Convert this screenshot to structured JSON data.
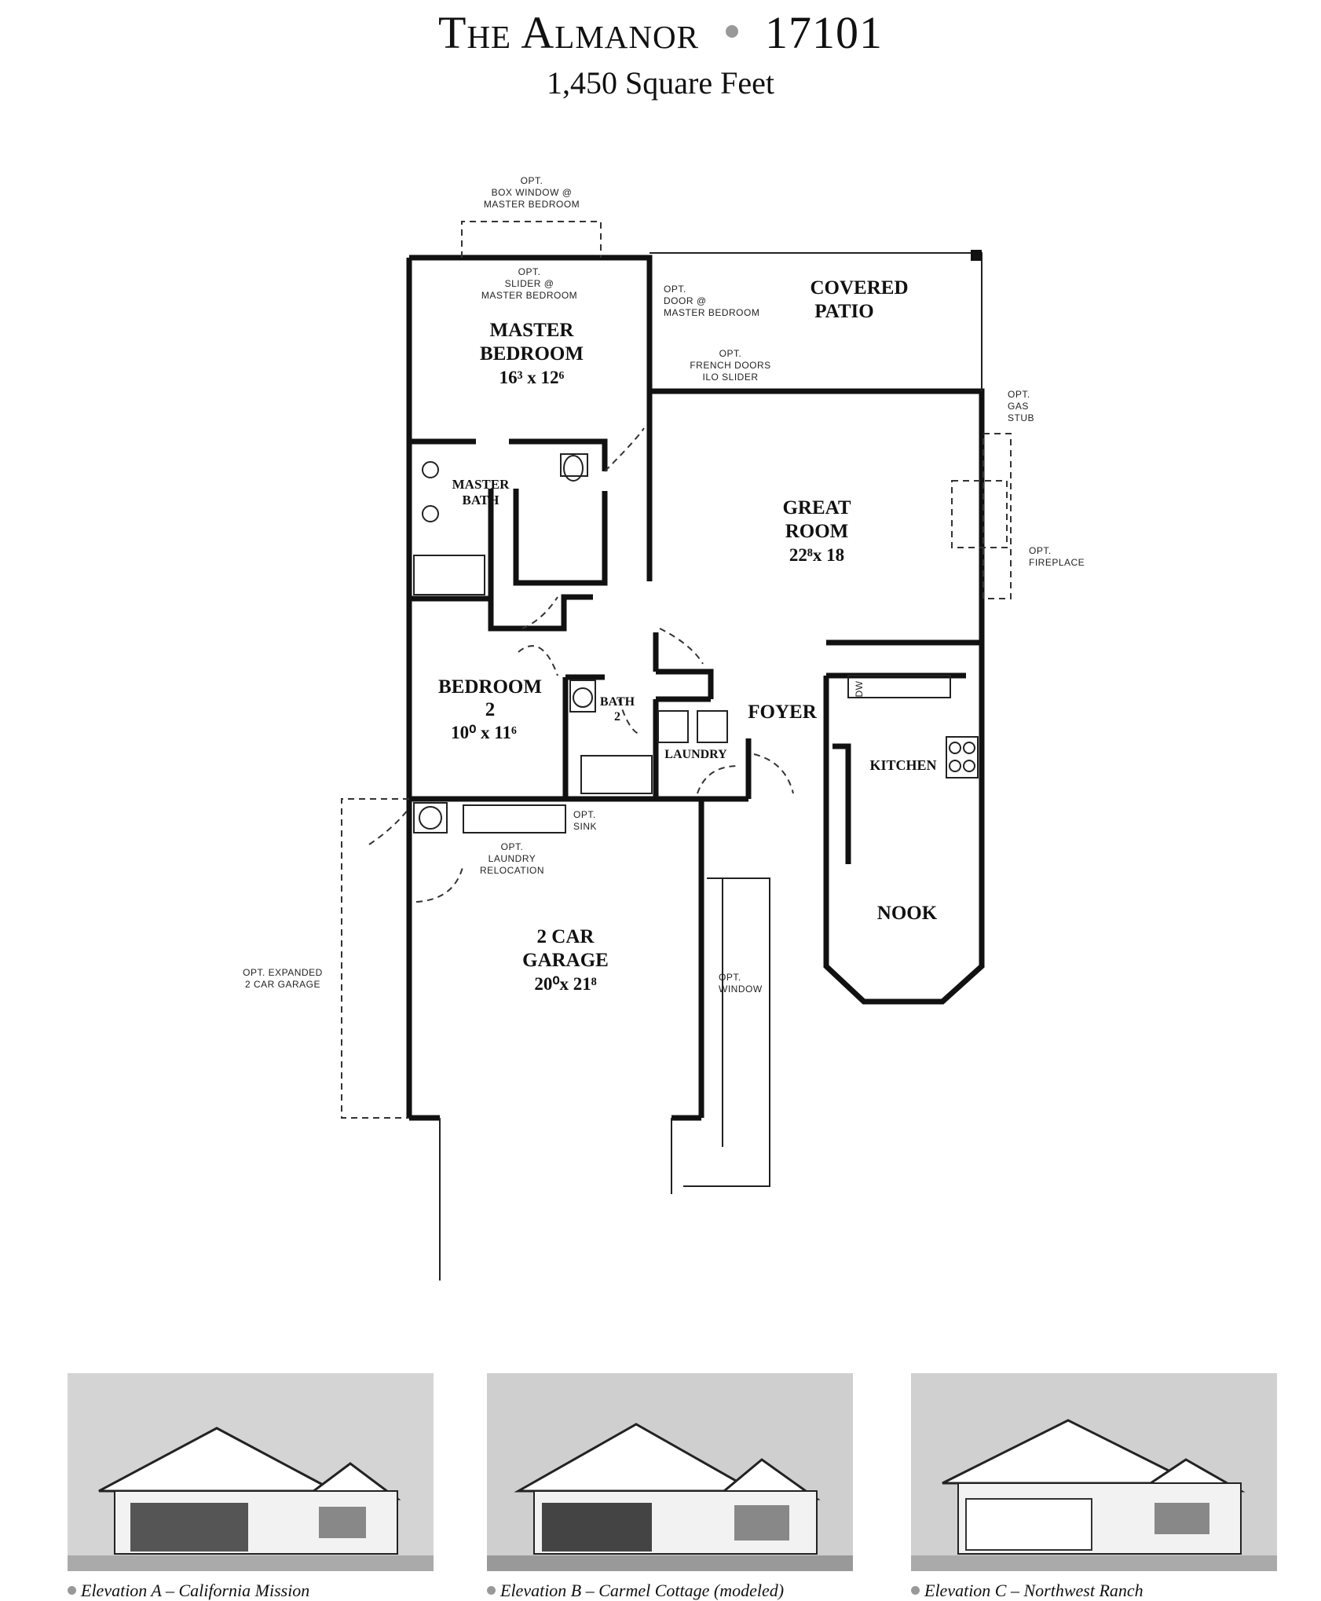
{
  "header": {
    "title_name": "The Almanor",
    "title_number": "17101",
    "subtitle": "1,450 Square Feet"
  },
  "rooms": {
    "master_bedroom": {
      "name_1": "MASTER",
      "name_2": "BEDROOM",
      "dims": "16³ x 12⁶"
    },
    "covered_patio": {
      "name_1": "COVERED",
      "name_2": "PATIO"
    },
    "master_bath": {
      "name_1": "MASTER",
      "name_2": "BATH"
    },
    "great_room": {
      "name_1": "GREAT",
      "name_2": "ROOM",
      "dims": "22⁸x 18"
    },
    "bedroom_2": {
      "name_1": "BEDROOM",
      "name_2": "2",
      "dims": "10⁰ x 11⁶"
    },
    "bath_2": {
      "name_1": "BATH",
      "name_2": "2"
    },
    "foyer": {
      "name": "FOYER"
    },
    "laundry": {
      "name": "LAUNDRY"
    },
    "kitchen": {
      "name": "KITCHEN"
    },
    "nook": {
      "name": "NOOK"
    },
    "garage": {
      "name_1": "2 CAR",
      "name_2": "GARAGE",
      "dims": "20⁰x 21⁸"
    }
  },
  "notes": {
    "box_window": [
      "OPT.",
      "BOX WINDOW @",
      "MASTER BEDROOM"
    ],
    "slider": [
      "OPT.",
      "SLIDER @",
      "MASTER BEDROOM"
    ],
    "door_master": [
      "OPT.",
      "DOOR @",
      "MASTER BEDROOM"
    ],
    "french_doors": [
      "OPT.",
      "FRENCH DOORS",
      "ILO SLIDER"
    ],
    "gas_stub": [
      "OPT.",
      "GAS",
      "STUB"
    ],
    "fireplace": [
      "OPT.",
      "FIREPLACE"
    ],
    "sink": [
      "OPT.",
      "SINK"
    ],
    "laundry_relocation": [
      "OPT.",
      "LAUNDRY",
      "RELOCATION"
    ],
    "expanded_garage": [
      "OPT. EXPANDED",
      "2 CAR GARAGE"
    ],
    "garage_window": [
      "OPT.",
      "WINDOW"
    ],
    "dw": "DW"
  },
  "elevations": [
    {
      "letter": "Elevation A",
      "style": "California Mission"
    },
    {
      "letter": "Elevation B",
      "style": "Carmel Cottage (modeled)"
    },
    {
      "letter": "Elevation C",
      "style": "Northwest Ranch"
    }
  ]
}
